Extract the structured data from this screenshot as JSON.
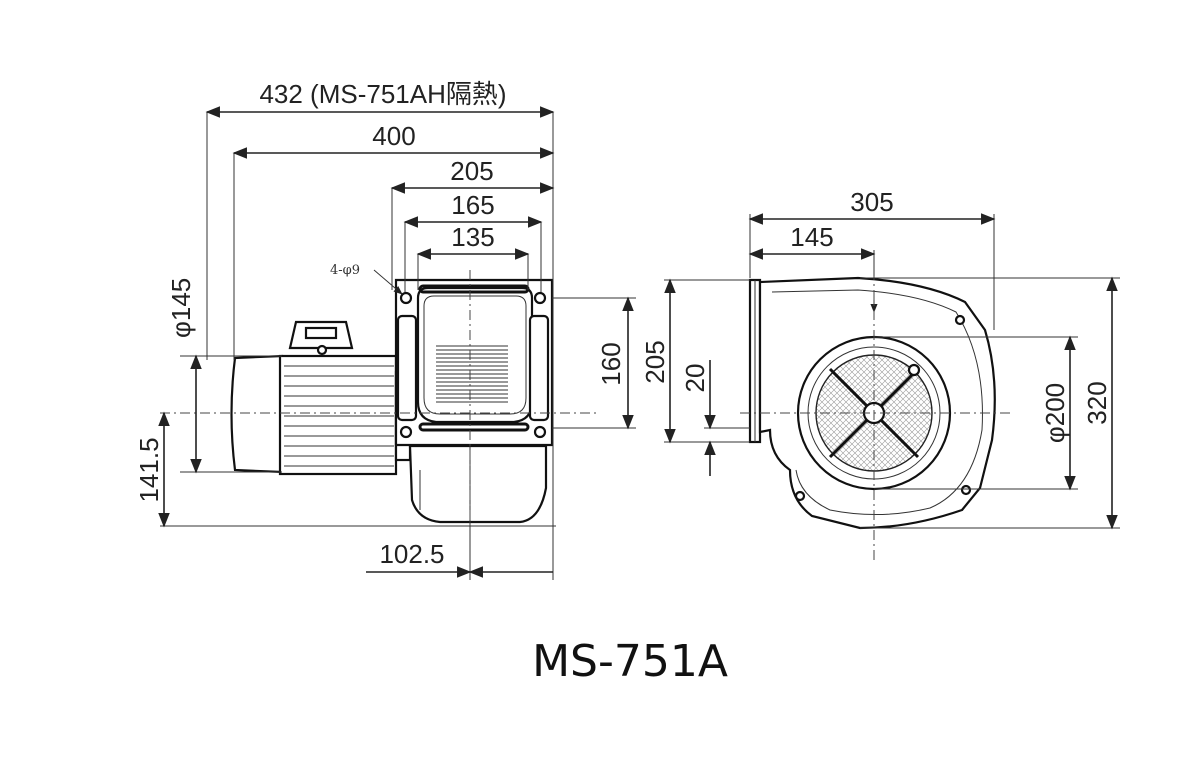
{
  "title": "MS-751A",
  "side_view": {
    "dims": {
      "overall_insulated": "432 (MS-751AH隔熱)",
      "overall": "400",
      "frame_width": "205",
      "flange_outer": "165",
      "flange_inner": "135",
      "mount_holes": "4-φ9",
      "motor_dia": "φ145",
      "outlet_height": "160",
      "shaft_height": "141.5",
      "base_offset": "102.5"
    }
  },
  "front_view": {
    "dims": {
      "width": "305",
      "inlet_offset": "145",
      "outlet_flange": "205",
      "flange_thickness": "20",
      "inlet_dia": "φ200",
      "height": "320"
    }
  }
}
